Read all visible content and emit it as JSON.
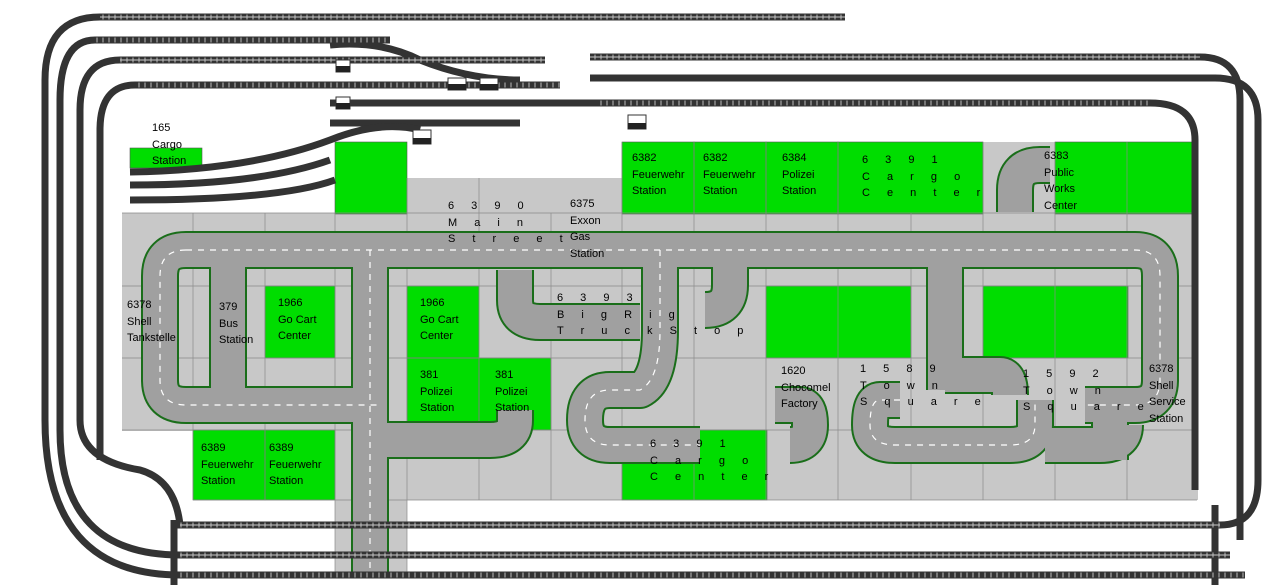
{
  "colors": {
    "baseplate": "#c8c8c8",
    "grid_line": "#909090",
    "green_plate": "#00dd00",
    "road": "#9a9a9a",
    "road_edge": "#1a6e1a",
    "track_rail": "#333333",
    "track_sleeper": "#777777"
  },
  "labels": {
    "cargo_165": [
      "165",
      "Cargo",
      "Station"
    ],
    "main_street": [
      "6 3 9 0",
      "M a i n",
      "S t r e e t"
    ],
    "exxon": [
      "6375",
      "Exxon",
      "Gas",
      "Station"
    ],
    "feuerwehr_6382a": [
      "6382",
      "Feuerwehr",
      "Station"
    ],
    "feuerwehr_6382b": [
      "6382",
      "Feuerwehr",
      "Station"
    ],
    "polizei_6384": [
      "6384",
      "Polizei",
      "Station"
    ],
    "cargo_6391_top": [
      "6 3 9 1",
      "C a r g o",
      "C e n t e r"
    ],
    "public_works": [
      "6383",
      "Public",
      "Works",
      "Center"
    ],
    "shell_tankstelle": [
      "6378",
      "Shell",
      "Tankstelle"
    ],
    "bus_379": [
      "379",
      "Bus",
      "Station"
    ],
    "go_cart_a": [
      "1966",
      "Go Cart",
      "Center"
    ],
    "go_cart_b": [
      "1966",
      "Go Cart",
      "Center"
    ],
    "big_rig": [
      "6 3 9 3",
      "B i g R i g",
      "T r u c k S t o p"
    ],
    "polizei_381a": [
      "381",
      "Polizei",
      "Station"
    ],
    "polizei_381b": [
      "381",
      "Polizei",
      "Station"
    ],
    "chocomel": [
      "1620",
      "Chocomel",
      "Factory"
    ],
    "town_square_1589": [
      "1 5 8 9",
      "T o w n",
      "S q u a r e"
    ],
    "town_square_1592": [
      "1 5 9 2",
      "T o w n",
      "S q u a r e"
    ],
    "shell_service": [
      "6378",
      "Shell",
      "Service",
      "Station"
    ],
    "feuerwehr_6389a": [
      "6389",
      "Feuerwehr",
      "Station"
    ],
    "feuerwehr_6389b": [
      "6389",
      "Feuerwehr",
      "Station"
    ],
    "cargo_6391_bottom": [
      "6 3 9 1",
      "C a r g o",
      "C e n t e r"
    ]
  }
}
